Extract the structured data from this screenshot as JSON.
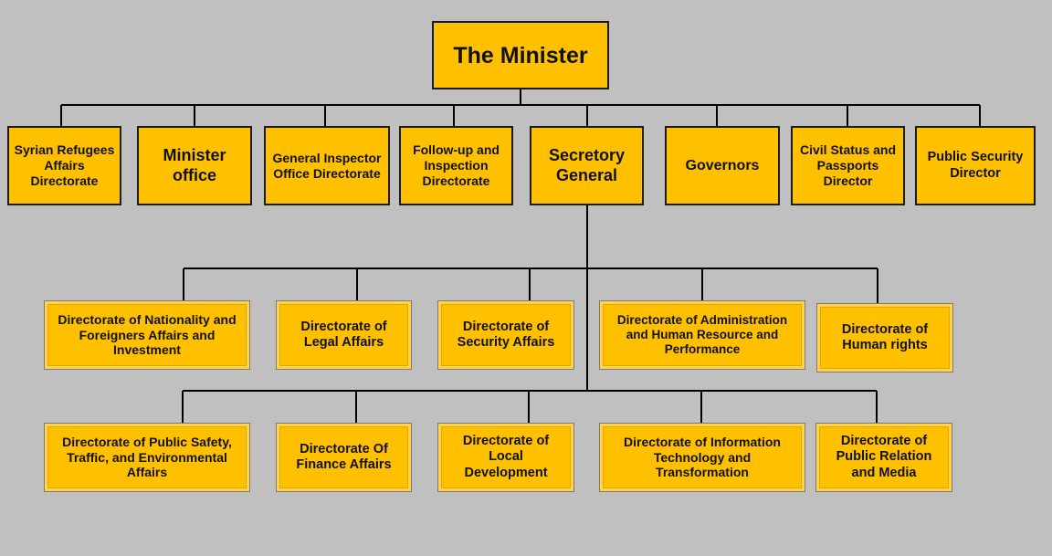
{
  "minister": "The Minister",
  "level1": {
    "syrian_refugees": "Syrian Refugees Affairs Directorate",
    "minister_office": "Minister office",
    "general_inspector": "General Inspector Office Directorate",
    "follow_up": "Follow-up and Inspection Directorate",
    "secretory_general": "Secretory General",
    "governors": "Governors",
    "civil_status": "Civil Status and Passports Director",
    "public_security": "Public Security Director"
  },
  "directorates_row1": {
    "nationality": "Directorate of Nationality and Foreigners Affairs and Investment",
    "legal": "Directorate of Legal Affairs",
    "security": "Directorate of Security Affairs",
    "administration": "Directorate of Administration and Human Resource and Performance",
    "human_rights": "Directorate of Human rights"
  },
  "directorates_row2": {
    "public_safety": "Directorate of Public Safety, Traffic, and Environmental Affairs",
    "finance": "Directorate Of Finance Affairs",
    "local_development": "Directorate of Local Development",
    "information_technology": "Directorate of Information Technology and Transformation",
    "public_relation": "Directorate of Public Relation and Media"
  },
  "colors": {
    "background": "#c0c0c0",
    "box_fill": "#ffc000",
    "connector": "#000000"
  }
}
